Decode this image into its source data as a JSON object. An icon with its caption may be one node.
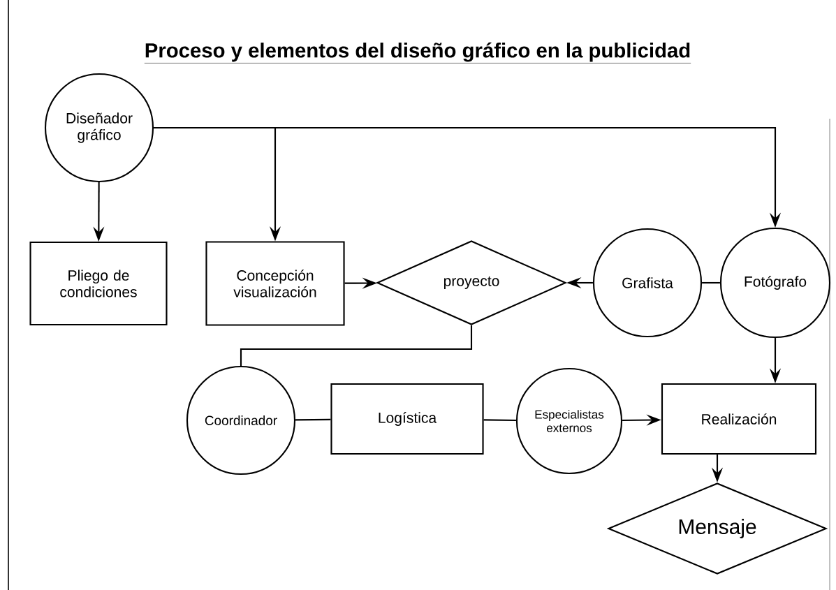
{
  "diagram": {
    "title": "Proceso y elementos del diseño gráfico en la publicidad",
    "nodes": [
      {
        "text": [
          "Diseñador gráfico"
        ]
      },
      {
        "text": [
          "Pliego de condiciones"
        ]
      },
      {
        "text": [
          "Concepción visualización"
        ]
      },
      {
        "text": [
          "proyecto"
        ]
      },
      {
        "text": [
          "Grafista"
        ]
      },
      {
        "text": [
          "Fotógrafo"
        ]
      },
      {
        "text": [
          "Coordinador"
        ]
      },
      {
        "text": [
          "Logística"
        ]
      },
      {
        "text": [
          "Especialistas externos"
        ]
      },
      {
        "text": [
          "Realización"
        ]
      },
      {
        "text": [
          "Mensaje"
        ]
      }
    ],
    "edges": [
      {
        "from": 0,
        "to": 1,
        "arrow": "to"
      },
      {
        "from": 0,
        "to": 2,
        "arrow": "to"
      },
      {
        "from": 0,
        "to": 5,
        "arrow": "to"
      },
      {
        "from": 2,
        "to": 3,
        "arrow": "to"
      },
      {
        "from": 4,
        "to": 3,
        "arrow": "to"
      },
      {
        "from": 4,
        "to": 5,
        "arrow": "none"
      },
      {
        "from": 3,
        "to": 6,
        "arrow": "none"
      },
      {
        "from": 6,
        "to": 7,
        "arrow": "none"
      },
      {
        "from": 7,
        "to": 8,
        "arrow": "none"
      },
      {
        "from": 8,
        "to": 9,
        "arrow": "to"
      },
      {
        "from": 5,
        "to": 9,
        "arrow": "to"
      },
      {
        "from": 9,
        "to": 10,
        "arrow": "to"
      }
    ]
  }
}
